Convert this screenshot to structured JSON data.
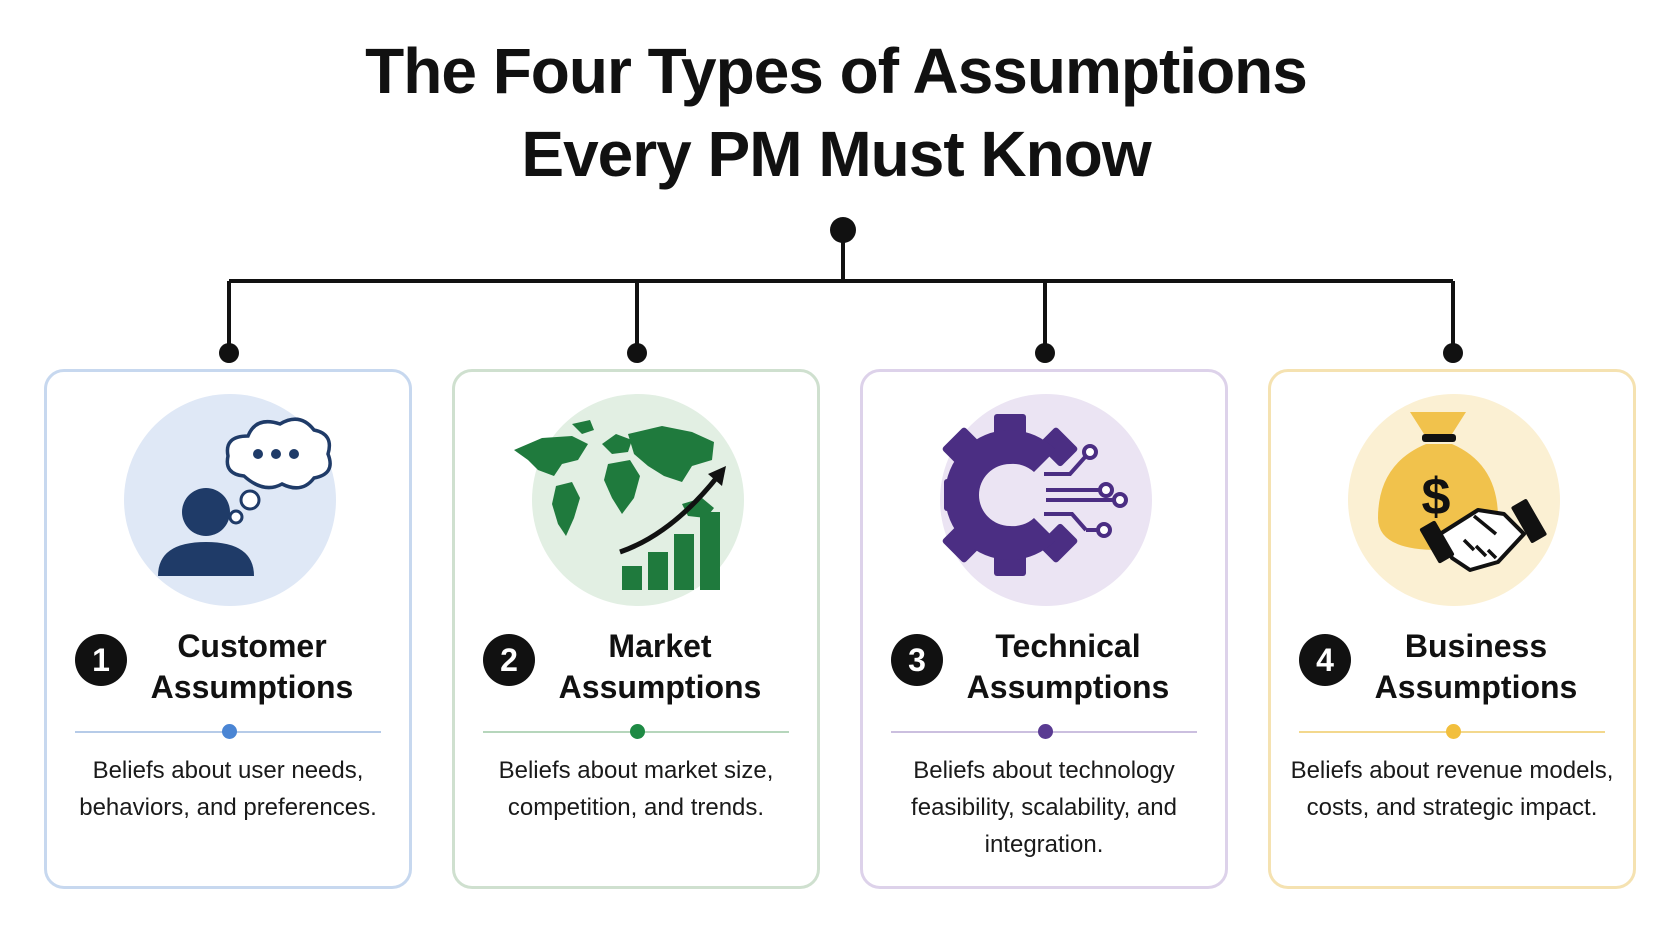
{
  "title": {
    "line1": "The Four Types of Assumptions",
    "line2": "Every PM Must Know"
  },
  "cards": [
    {
      "number": "1",
      "heading_line1": "Customer",
      "heading_line2": "Assumptions",
      "description": "Beliefs about user needs, behaviors, and preferences.",
      "icon": "person-thought-bubble-icon",
      "accent": "#3b6fbf",
      "border": "#c7d8ef",
      "circle": "#dfe8f6",
      "divider": "#b6cbe8",
      "dot": "#4a85d4"
    },
    {
      "number": "2",
      "heading_line1": "Market",
      "heading_line2": "Assumptions",
      "description": "Beliefs about market size, competition, and trends.",
      "icon": "world-map-growth-chart-icon",
      "accent": "#1f7a3d",
      "border": "#cfe0cf",
      "circle": "#e2efe3",
      "divider": "#b6d6bc",
      "dot": "#1e8a44"
    },
    {
      "number": "3",
      "heading_line1": "Technical",
      "heading_line2": "Assumptions",
      "description": "Beliefs about technology feasibility, scalability, and integration.",
      "icon": "gear-circuit-icon",
      "accent": "#4b2e83",
      "border": "#ddd2ea",
      "circle": "#ebe4f3",
      "divider": "#cbbfdf",
      "dot": "#5a3b92"
    },
    {
      "number": "4",
      "heading_line1": "Business",
      "heading_line2": "Assumptions",
      "description": "Beliefs about revenue models, costs, and strategic impact.",
      "icon": "money-bag-handshake-icon",
      "accent": "#f1c24c",
      "border": "#f5e2b1",
      "circle": "#fbf0d3",
      "divider": "#f3d88d",
      "dot": "#f2bf3d"
    }
  ]
}
